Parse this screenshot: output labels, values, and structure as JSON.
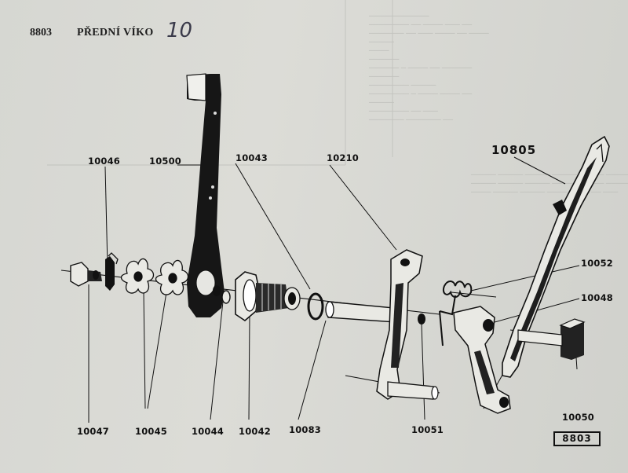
{
  "header": {
    "code": "8803",
    "title": "PŘEDNÍ VÍKO",
    "handwritten_number": "10"
  },
  "parts": [
    {
      "id": "lever-10805",
      "label": "10805"
    },
    {
      "id": "lever-10500",
      "label": "10500"
    },
    {
      "id": "washer-10046",
      "label": "10046"
    },
    {
      "id": "ring-10043",
      "label": "10043"
    },
    {
      "id": "bracket-10210",
      "label": "10210"
    },
    {
      "id": "pin-10052",
      "label": "10052"
    },
    {
      "id": "shaft-10048",
      "label": "10048"
    },
    {
      "id": "handle-10050",
      "label": "10050"
    },
    {
      "id": "nut-10047",
      "label": "10047"
    },
    {
      "id": "plate-10045",
      "label": "10045"
    },
    {
      "id": "ring-10044",
      "label": "10044"
    },
    {
      "id": "bushing-10042",
      "label": "10042"
    },
    {
      "id": "ring-10083",
      "label": "10083"
    },
    {
      "id": "washer-10051",
      "label": "10051"
    }
  ],
  "stamp": "8803"
}
